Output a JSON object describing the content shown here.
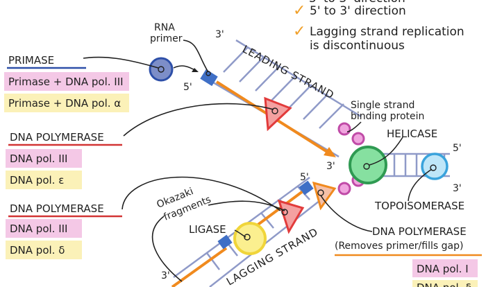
{
  "checklist": [
    {
      "text": "5' to 3' direction",
      "cut": true
    },
    {
      "text": "Lagging strand replication",
      "cut": false
    },
    {
      "text": "is discontinuous",
      "cut": false
    }
  ],
  "checkmark": "✓",
  "labels": {
    "rna_primer_line1": "RNA",
    "rna_primer_line2": "primer",
    "leading_strand": "LEADING STRAND",
    "lagging_strand": "LAGGING STRAND",
    "ssb_line1": "Single strand",
    "ssb_line2": "binding protein",
    "helicase": "HELICASE",
    "topoisomerase": "TOPOISOMERASE",
    "okazaki_line1": "Okazaki",
    "okazaki_line2": "fragments",
    "ligase": "LIGASE",
    "dna_pol_right": "DNA POLYMERASE",
    "dna_pol_right_sub": "(Removes primer/fills gap)",
    "three_prime": "3'",
    "five_prime": "5'"
  },
  "legend": {
    "primase": {
      "heading": "PRIMASE",
      "rows": [
        "Primase + DNA pol. III",
        "Primase + DNA pol. α"
      ]
    },
    "dna_pol_leading": {
      "heading": "DNA POLYMERASE",
      "rows": [
        "DNA pol. III",
        "DNA pol. ε"
      ]
    },
    "dna_pol_lagging": {
      "heading": "DNA POLYMERASE",
      "rows": [
        "DNA pol. III",
        "DNA pol. δ"
      ]
    },
    "dna_pol_right_rows": [
      "DNA pol. I",
      "DNA pol. δ"
    ]
  },
  "colors": {
    "prokaryote_fill": "#f4c8e6",
    "eukaryote_fill": "#fbf1b8",
    "primase_underline": "#2d4fa8",
    "pol_underline": "#d23434",
    "right_underline": "#f08a1e",
    "check": "#f0a02a",
    "strand_orange": "#f08a1e",
    "helicase_green": "#49b26a",
    "topo_blue": "#5bb7e6",
    "ssb_pink": "#d96bc0",
    "ligase_yellow": "#f7e36a",
    "polymerase_red": "#e23b3b",
    "primer_blue": "#3f6fc6"
  }
}
